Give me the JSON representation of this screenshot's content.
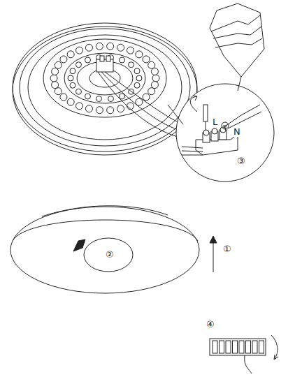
{
  "diagram": {
    "labels": [
      "L",
      "N",
      "③",
      "①",
      "②",
      "④"
    ]
  }
}
